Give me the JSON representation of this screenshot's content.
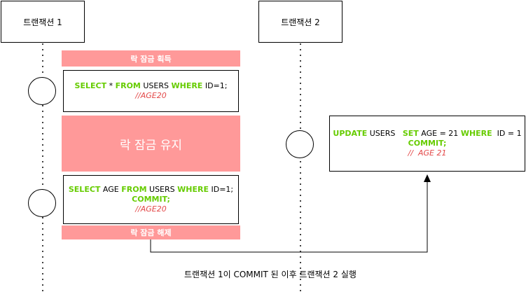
{
  "transactions": {
    "t1_label": "트랜잭션 1",
    "t2_label": "트랜잭션 2"
  },
  "locks": {
    "acquire": "락 잠금 획득",
    "hold": "락 잠금 유지",
    "release": "락 잠금 해제"
  },
  "query1": {
    "kw_select": "SELECT",
    "star": " * ",
    "kw_from": "FROM",
    "table": " USERS ",
    "kw_where": "WHERE",
    "cond": " ID=1;",
    "comment": "//AGE20"
  },
  "query2": {
    "kw_select": "SELECT",
    "col": " AGE ",
    "kw_from": "FROM",
    "table": " USERS ",
    "kw_where": "WHERE",
    "cond": " ID=1;",
    "kw_commit": "COMMIT;",
    "comment": "//AGE20"
  },
  "query3": {
    "kw_update": "UPDATE",
    "table": " USERS   ",
    "kw_set": "SET",
    "assign": " AGE = 21 ",
    "kw_where": "WHERE",
    "cond": "  ID = 1",
    "kw_commit": "COMMIT;",
    "comment": "//  AGE 21"
  },
  "caption": "트랜잭션 1이 COMMIT 된 이후 트랜잭션 2 실행",
  "colors": {
    "lock_fill": "#ff9999",
    "keyword": "#66cc00",
    "comment": "#e34848"
  }
}
